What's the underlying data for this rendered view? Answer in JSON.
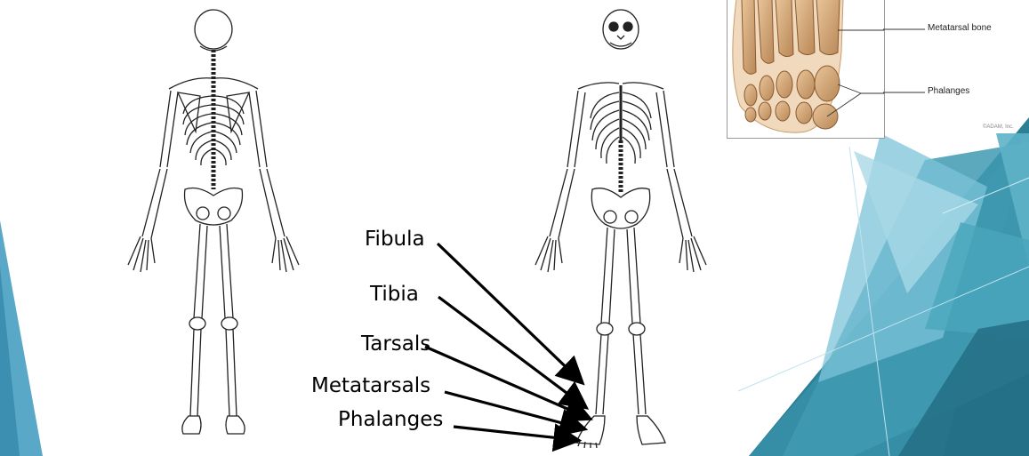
{
  "slide": {
    "accent_colors": [
      "#4fa3c4",
      "#2e7f97",
      "#7cc3d8",
      "#bfe2ee"
    ]
  },
  "figures": {
    "back_view": "skeleton-posterior-view",
    "front_view": "skeleton-anterior-view"
  },
  "labels": {
    "fibula": "Fibula",
    "tibia": "Tibia",
    "tarsals": "Tarsals",
    "metatarsals": "Metatarsals",
    "phalanges": "Phalanges"
  },
  "inset": {
    "metatarsal_bone": "Metatarsal bone",
    "phalanges": "Phalanges",
    "credit": "©ADAM, Inc."
  }
}
